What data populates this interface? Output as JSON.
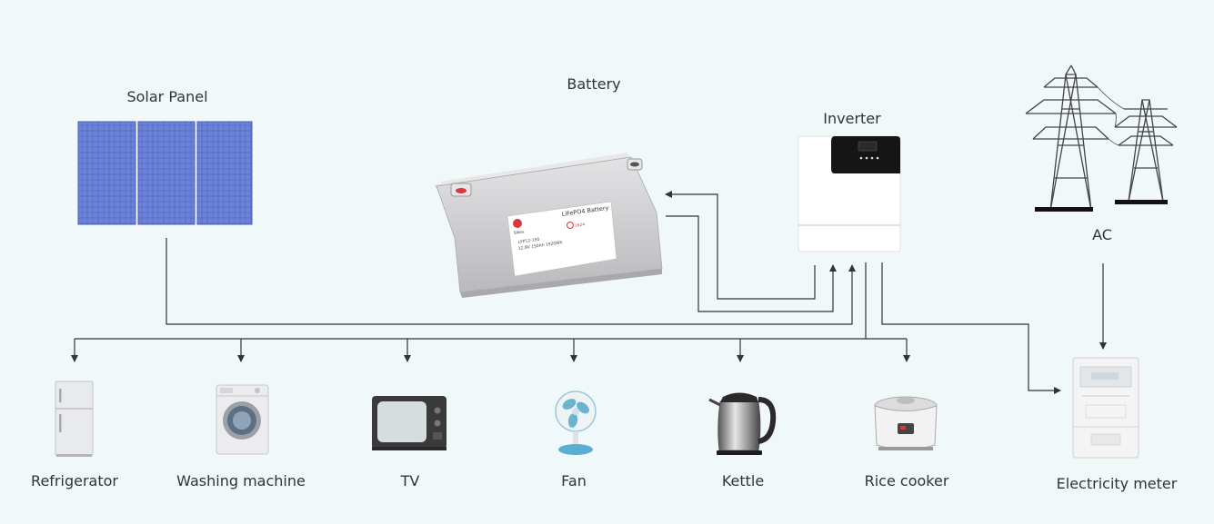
{
  "components": {
    "solar_panel": "Solar Panel",
    "battery": "Battery",
    "inverter": "Inverter",
    "grid": "AC",
    "meter": "Electricity meter"
  },
  "battery_label": {
    "title": "LiFePO4 Battery",
    "model": "LFP12-150",
    "spec": "12.8V 150Ah 1920Wh",
    "brand": "Sikes",
    "cert": "1624"
  },
  "appliances": [
    {
      "label": "Refrigerator"
    },
    {
      "label": "Washing machine"
    },
    {
      "label": "TV"
    },
    {
      "label": "Fan"
    },
    {
      "label": "Kettle"
    },
    {
      "label": "Rice cooker"
    }
  ],
  "colors": {
    "background": "#f1f8fa",
    "line": "#333333",
    "panel": "#5b6fc9",
    "battery": "#c9c9cb"
  }
}
